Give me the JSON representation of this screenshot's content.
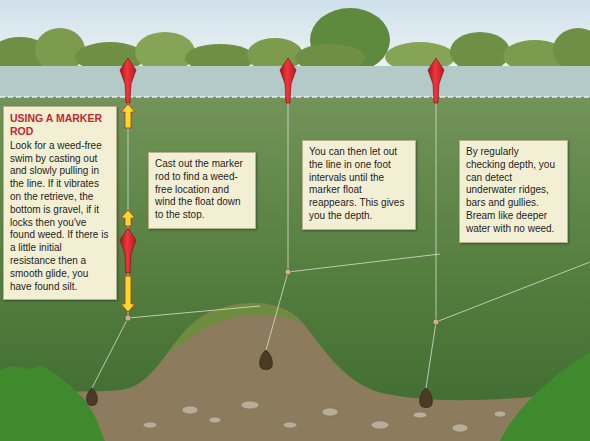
{
  "diagram": {
    "nodes": [
      {
        "text": [
          "USING A MARKER ROD",
          "Look for a weed-free swim by casting out and slowly pulling in the line. If it vibrates on the retrieve, the bottom is gravel, if it locks then you've found weed. If there is a little initial resistance then a smooth glide, you have found silt."
        ]
      },
      {
        "text": [
          "Cast out the marker rod to find a weed-free location and wind the float down to the stop."
        ]
      },
      {
        "text": [
          "You can then let out the line in one foot intervals until the marker float reappears. This gives you the depth."
        ]
      },
      {
        "text": [
          "By regularly checking depth, you can detect underwater ridges, bars and gullies. Bream like deeper water with no weed."
        ]
      }
    ]
  }
}
